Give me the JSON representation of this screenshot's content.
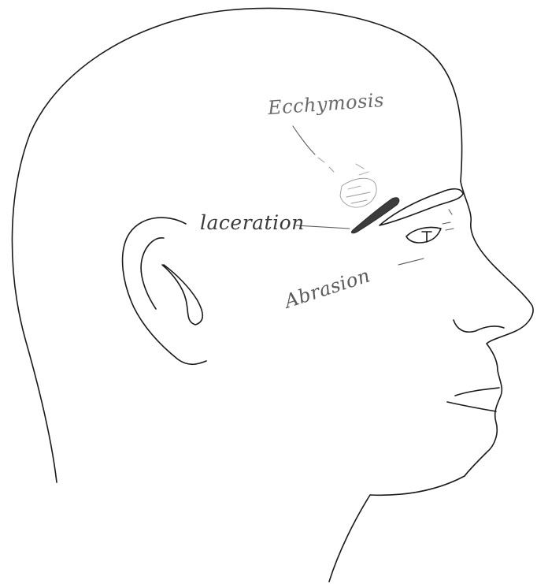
{
  "annotations": {
    "ecchymosis": "Ecchymosis",
    "laceration": "laceration",
    "abrasion": "Abrasion"
  },
  "colors": {
    "outline": "#1a1a1a",
    "annotation_pencil": "#5a5a5a",
    "laceration_mark": "#3c3c3c"
  }
}
